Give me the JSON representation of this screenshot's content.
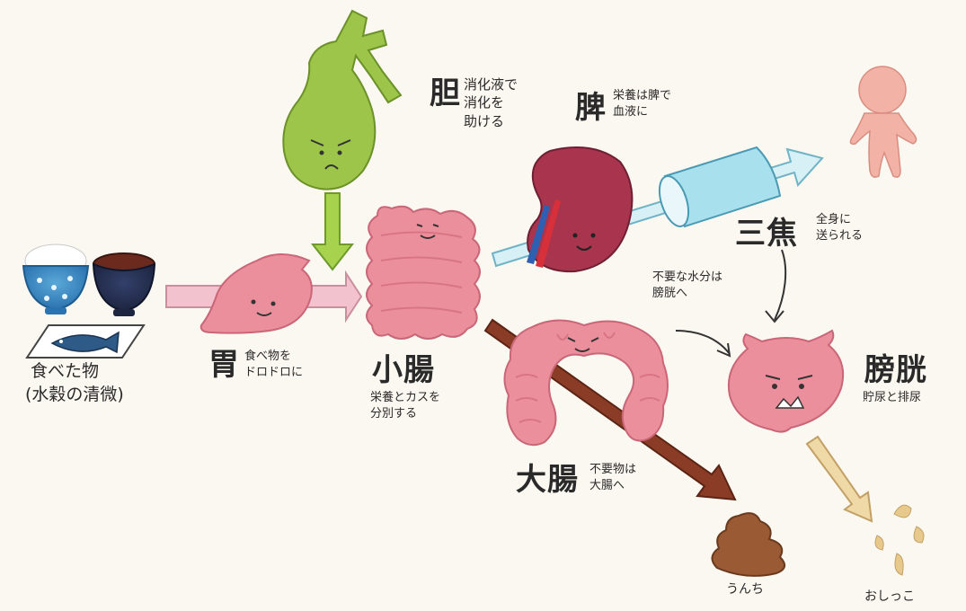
{
  "colors": {
    "background": "#fbf8f1",
    "organ_pink": "#ec8f9c",
    "gallbladder_green": "#9cc54a",
    "spleen_red": "#a8344e",
    "sanjiao_blue": "#a8e0ee",
    "feces_brown": "#9a5a34",
    "urine_yellow": "#e7c98b",
    "arrow_green": "#a6d24e",
    "arrow_pink": "#f2c3cf",
    "arrow_brown": "#8b3c26"
  },
  "food": {
    "name": "食べた物",
    "detail": "(水穀の清微)"
  },
  "stomach": {
    "name": "胃",
    "note": "食べ物を\nドロドロに"
  },
  "gallbladder": {
    "name": "胆",
    "note": "消化液で\n消化を\n助ける"
  },
  "small_intestine": {
    "name": "小腸",
    "note": "栄養とカスを\n分別する"
  },
  "spleen": {
    "name": "脾",
    "note": "栄養は脾で\n血液に"
  },
  "sanjiao": {
    "name": "三焦",
    "note": "全身に\n送られる"
  },
  "water_note": "不要な水分は\n膀胱へ",
  "bladder": {
    "name": "膀胱",
    "note": "貯尿と排尿"
  },
  "large_intestine": {
    "name": "大腸",
    "note": "不要物は\n大腸へ"
  },
  "feces_label": "うんち",
  "urine_label": "おしっこ"
}
